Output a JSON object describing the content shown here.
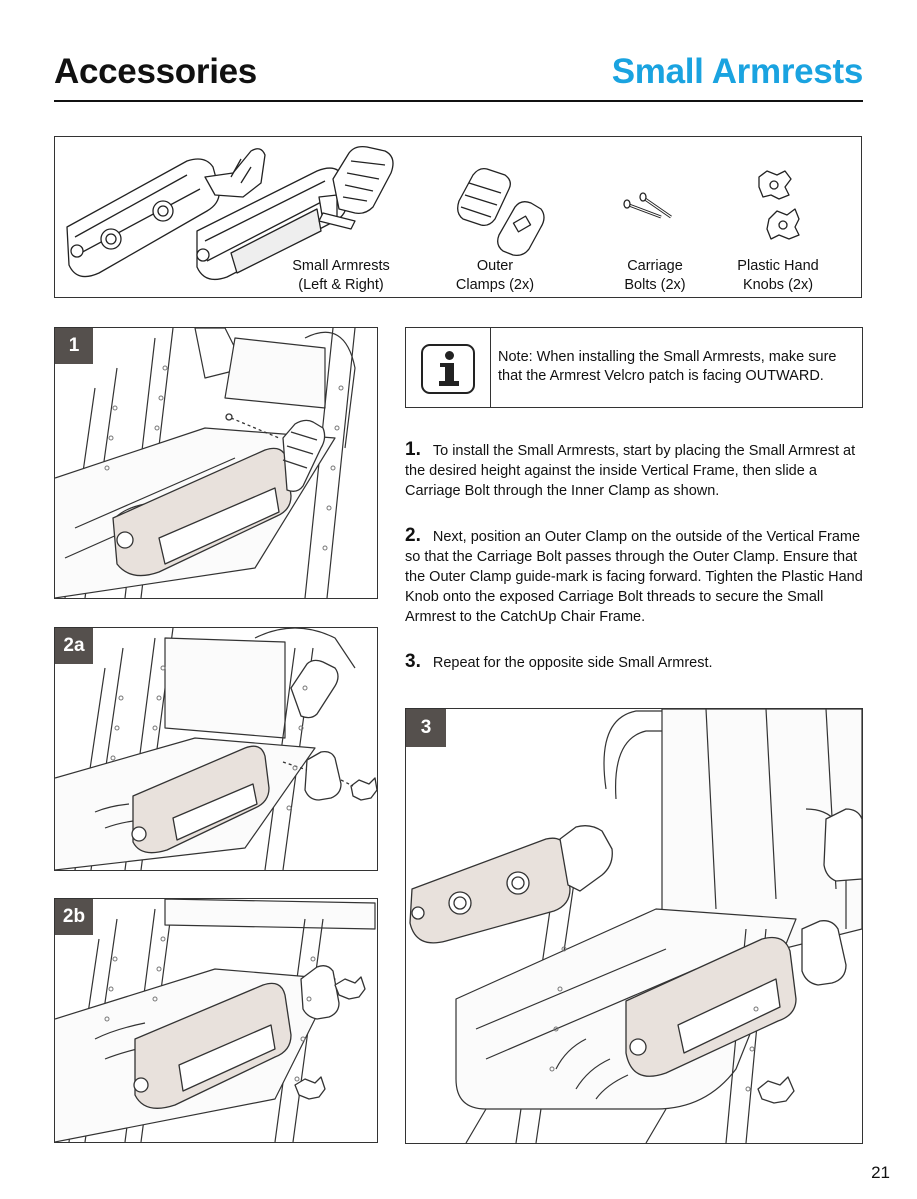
{
  "header": {
    "section": "Accessories",
    "topic": "Small Armrests"
  },
  "parts": [
    {
      "line1": "Small Armrests",
      "line2": "(Left & Right)"
    },
    {
      "line1": "Outer",
      "line2": "Clamps (2x)"
    },
    {
      "line1": "Carriage",
      "line2": "Bolts (2x)"
    },
    {
      "line1": "Plastic Hand",
      "line2": "Knobs (2x)"
    }
  ],
  "figures": [
    {
      "label": "1"
    },
    {
      "label": "2a"
    },
    {
      "label": "2b"
    },
    {
      "label": "3"
    }
  ],
  "note": {
    "icon": "info-icon",
    "text": "Note: When installing the Small Armrests, make sure that the Armrest Velcro patch is facing OUTWARD."
  },
  "steps": [
    {
      "number": "1.",
      "text": "To install the Small Armrests, start by placing the Small Armrest at the desired height against the inside Vertical Frame, then slide a Carriage Bolt through the Inner Clamp as shown."
    },
    {
      "number": "2.",
      "text": "Next, position an Outer Clamp on the outside of the Vertical Frame so that the Carriage Bolt passes through the Outer Clamp. Ensure that the Outer Clamp guide-mark is facing forward. Tighten the Plastic Hand Knob onto the exposed Carriage Bolt threads to secure the Small Armrest to the CatchUp Chair Frame."
    },
    {
      "number": "3.",
      "text": "Repeat for the opposite side Small Armrest."
    }
  ],
  "page_number": "21",
  "colors": {
    "accent": "#1aa3e0",
    "badge": "#55504d",
    "armrest_fill": "#e8e1dc"
  }
}
